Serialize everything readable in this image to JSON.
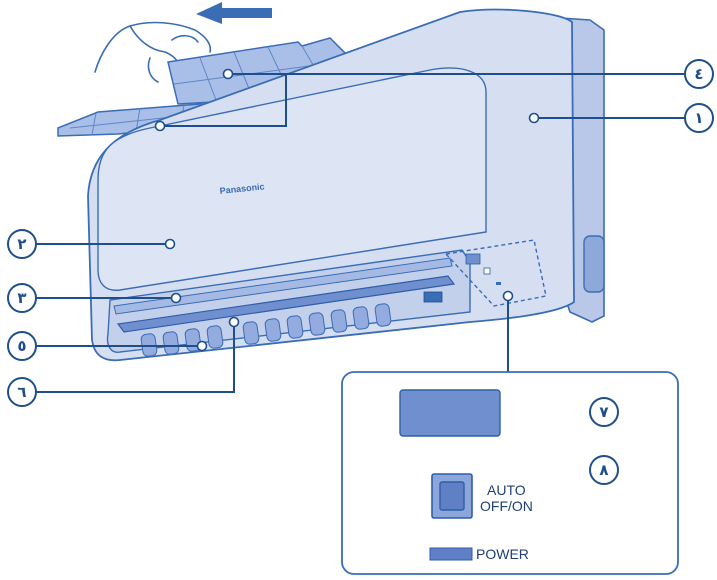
{
  "unit": {
    "brand": "Panasonic"
  },
  "callouts": [
    "١",
    "٢",
    "٣",
    "٤",
    "٥",
    "٦",
    "٧",
    "٨"
  ],
  "panel": {
    "button_label_line1": "AUTO",
    "button_label_line2": "OFF/ON",
    "power_label": "POWER"
  },
  "colors": {
    "outline": "#3a6db5",
    "body_fill": "#d6dff2",
    "panel_fill": "#6f8fcf",
    "dark_blue": "#1f4e8c"
  }
}
